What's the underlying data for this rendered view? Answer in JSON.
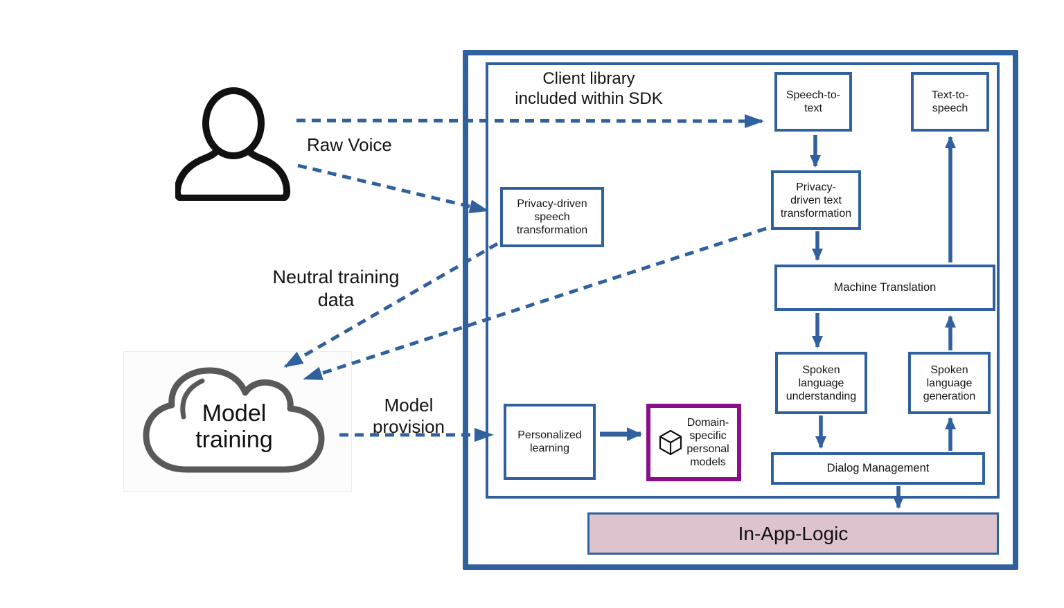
{
  "colors": {
    "accent_blue": "#30619e",
    "purple": "#8a108a",
    "pink_fill": "#dcc3cd",
    "cloud_gray": "#595959",
    "icon_black": "#111111",
    "text": "#141414"
  },
  "icons": {
    "person": "person-icon",
    "cloud": "cloud-icon",
    "cube": "cube-icon"
  },
  "annotations": {
    "client_library": "Client library\nincluded within SDK",
    "raw_voice": "Raw Voice",
    "neutral_training_data": "Neutral training\ndata",
    "model_provision": "Model\nprovision"
  },
  "actors": {
    "model_training": {
      "label": "Model\ntraining"
    }
  },
  "nodes": {
    "speech_to_text": "Speech-to-\ntext",
    "text_to_speech": "Text-to-\nspeech",
    "privacy_speech_transformation": "Privacy-driven\nspeech\ntransformation",
    "privacy_text_transformation": "Privacy-\ndriven text\ntransformation",
    "machine_translation": "Machine Translation",
    "spoken_language_understanding": "Spoken\nlanguage\nunderstanding",
    "spoken_language_generation": "Spoken\nlanguage\ngeneration",
    "dialog_management": "Dialog Management",
    "personalized_learning": "Personalized\nlearning",
    "domain_specific_personal_models": "Domain-\nspecific\npersonal\nmodels",
    "in_app_logic": "In-App-Logic"
  }
}
